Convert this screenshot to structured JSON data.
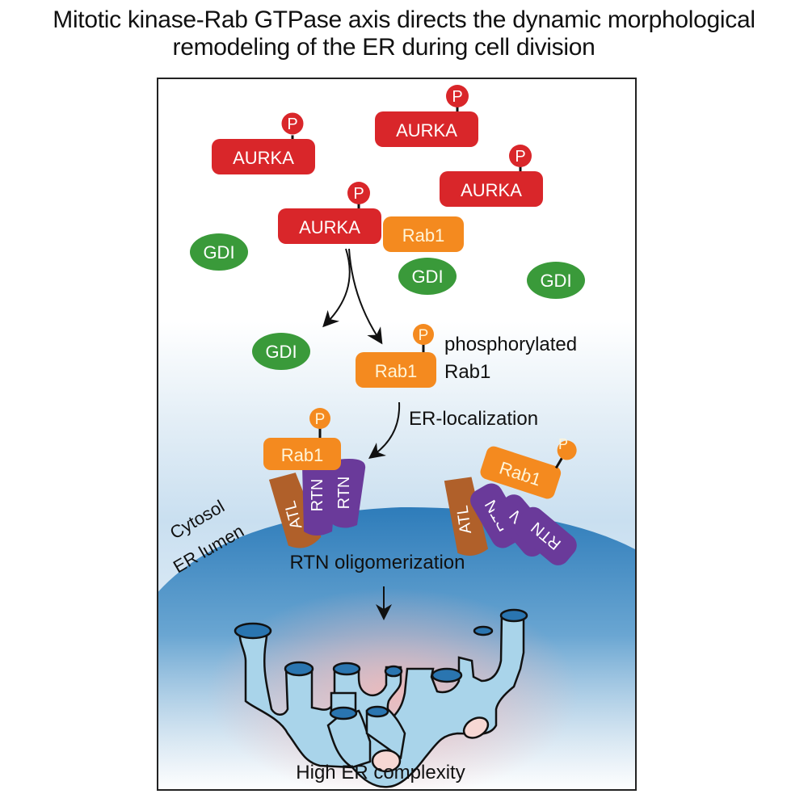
{
  "title": {
    "line1": "Mitotic kinase-Rab GTPase axis directs the dynamic morphological",
    "line2": "remodeling of the ER during cell division"
  },
  "colors": {
    "aurka": "#d9262a",
    "rab1": "#f48a1f",
    "gdi": "#3a9a3a",
    "atl": "#b0602a",
    "rtn": "#6a3a9a",
    "er_membrane": "#3f8bc2",
    "er_tubule": "#a9d4ea",
    "er_tubule_end": "#2a75b0"
  },
  "proteins": {
    "aurka_label": "AURKA",
    "rab1_label": "Rab1",
    "gdi_label": "GDI",
    "phospho_label": "P",
    "atl_label": "ATL",
    "rtn_label": "RTN"
  },
  "labels": {
    "phosphorylated_rab1_line1": "phosphorylated",
    "phosphorylated_rab1_line2": "Rab1",
    "er_localization": "ER-localization",
    "cytosol": "Cytosol",
    "er_lumen": "ER lumen",
    "rtn_oligomerization": "RTN oligomerization",
    "high_er_complexity": "High ER complexity"
  }
}
